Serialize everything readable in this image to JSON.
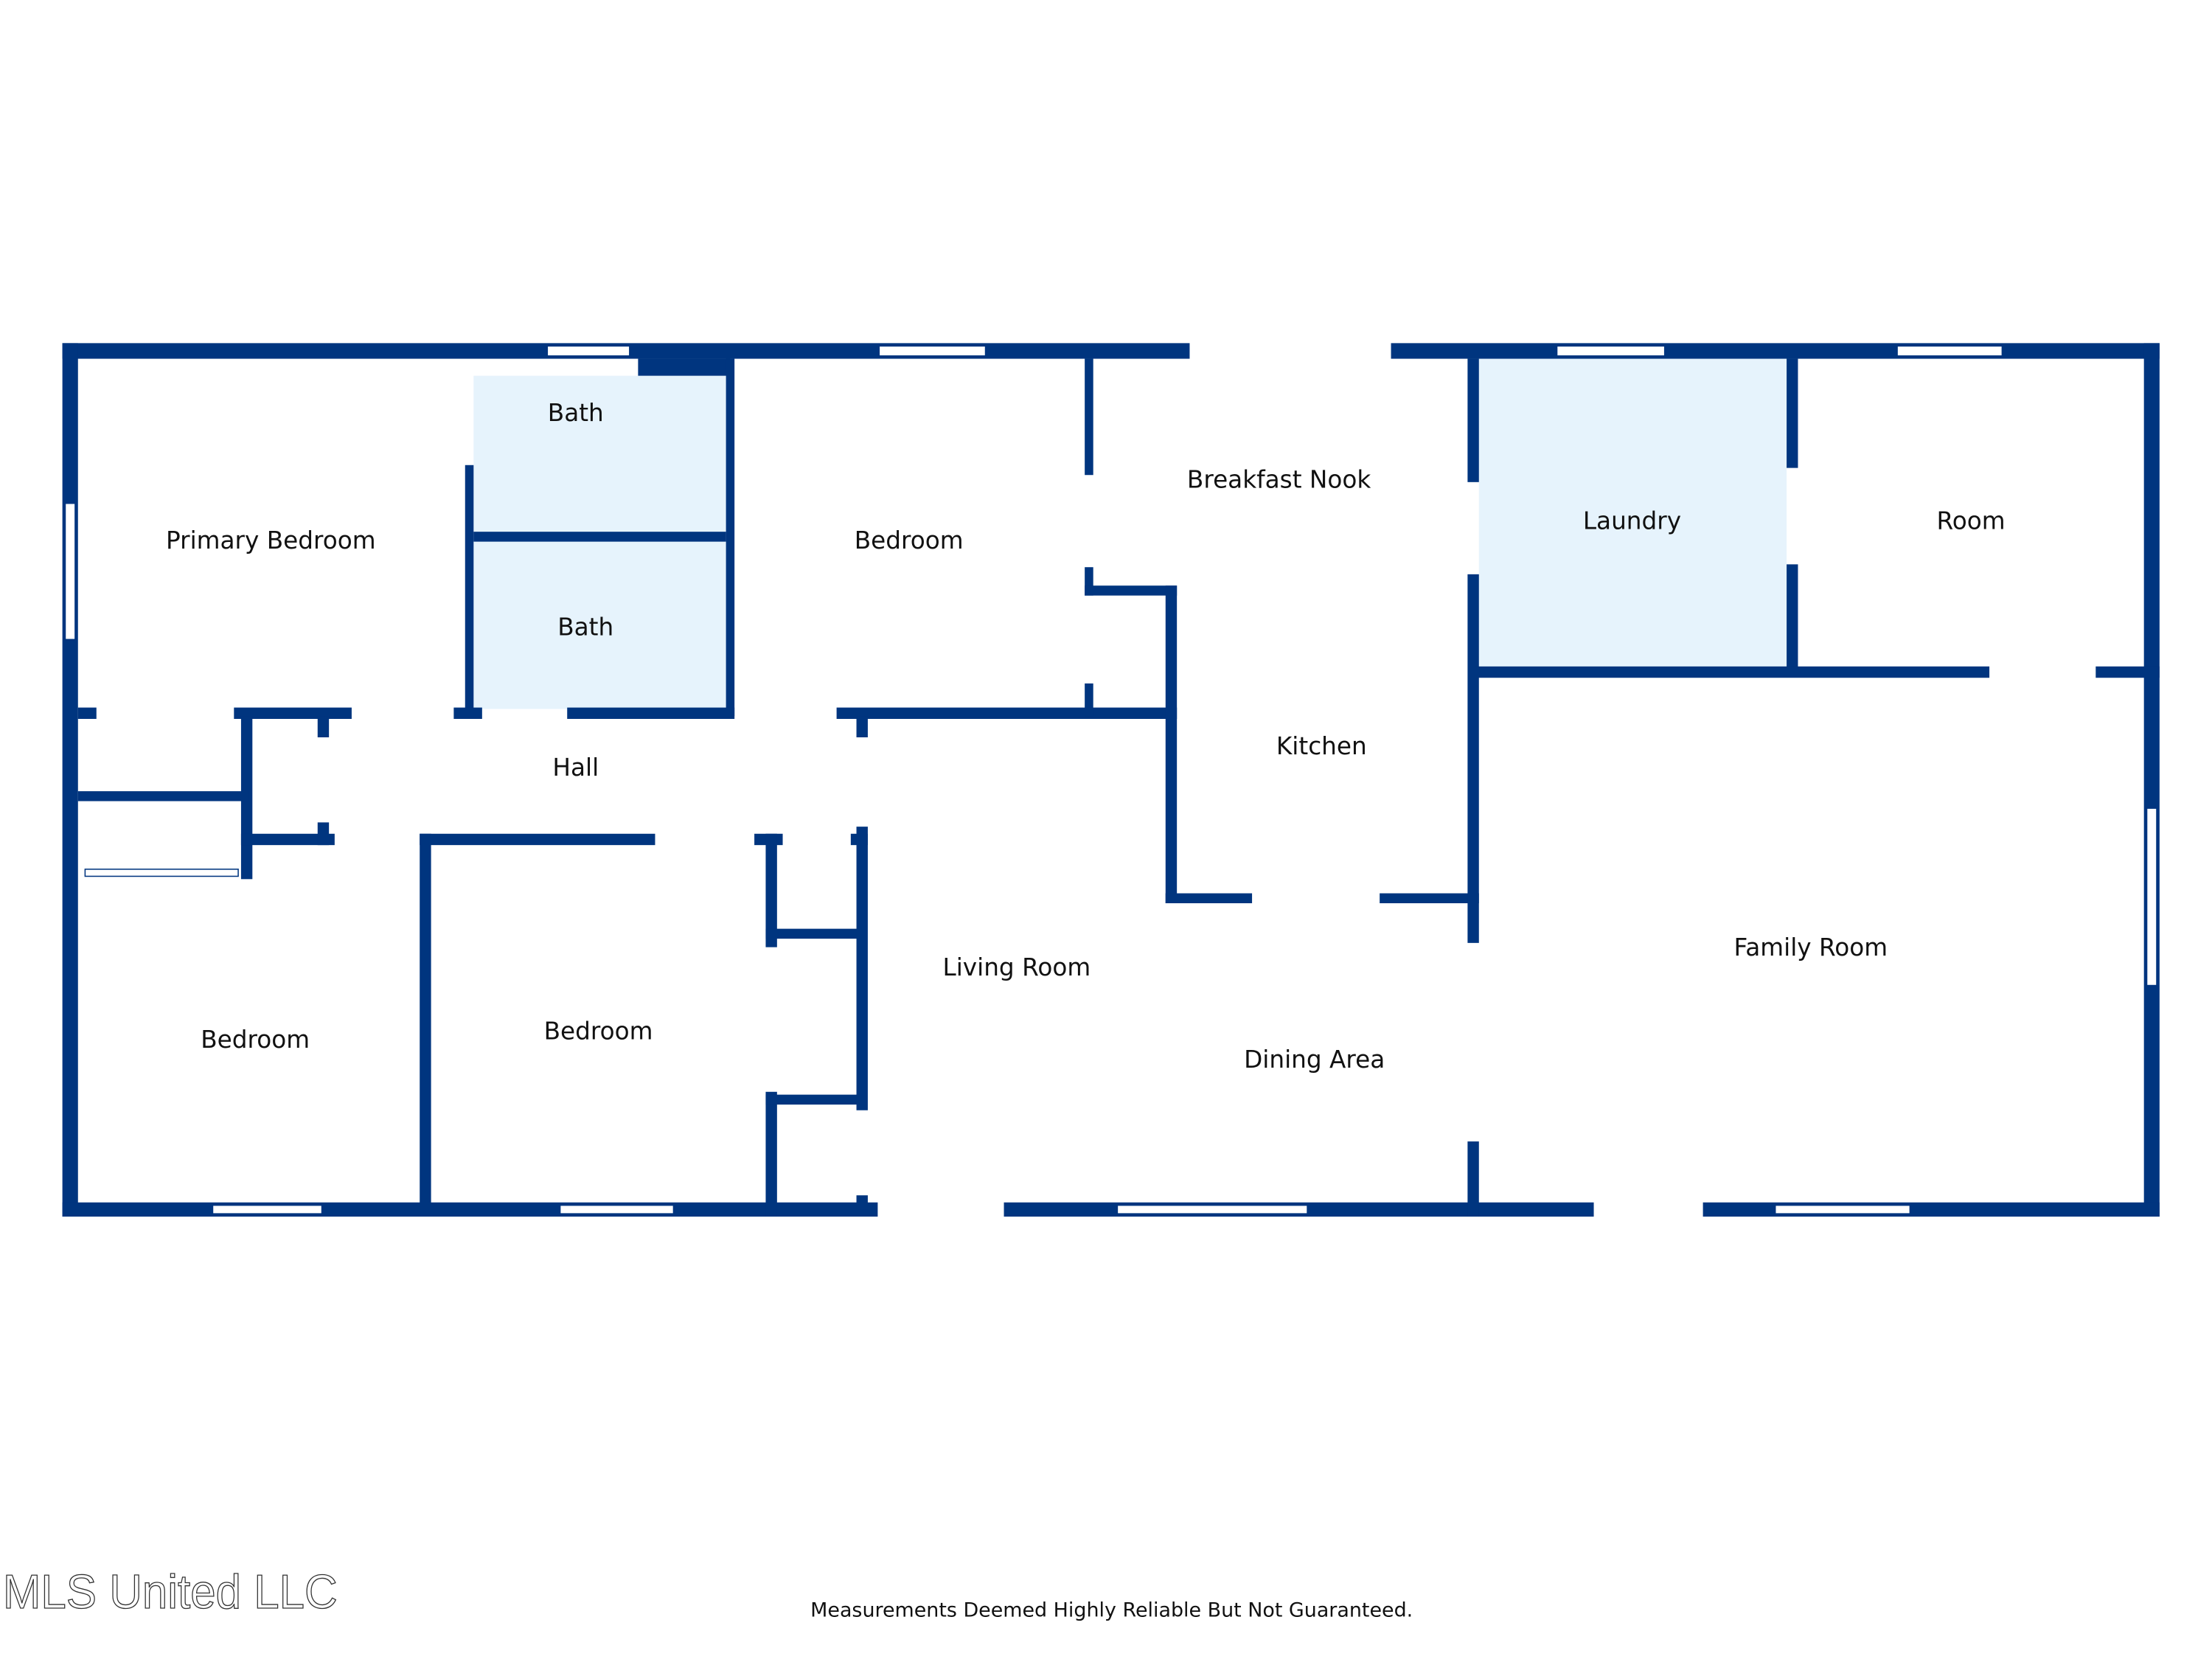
{
  "floorplan": {
    "colors": {
      "wall": "#00357f",
      "wet_room": "#e6f3fc"
    },
    "rooms": {
      "primary_bedroom": "Primary Bedroom",
      "bath_1": "Bath",
      "bath_2": "Bath",
      "bedroom_1": "Bedroom",
      "breakfast_nook": "Breakfast Nook",
      "laundry": "Laundry",
      "room": "Room",
      "hall": "Hall",
      "kitchen": "Kitchen",
      "living_room": "Living Room",
      "dining_area": "Dining Area",
      "family_room": "Family Room",
      "bedroom_2": "Bedroom",
      "bedroom_3": "Bedroom"
    }
  },
  "footer": {
    "watermark": "MLS United LLC",
    "disclaimer": "Measurements Deemed Highly Reliable But Not Guaranteed."
  }
}
